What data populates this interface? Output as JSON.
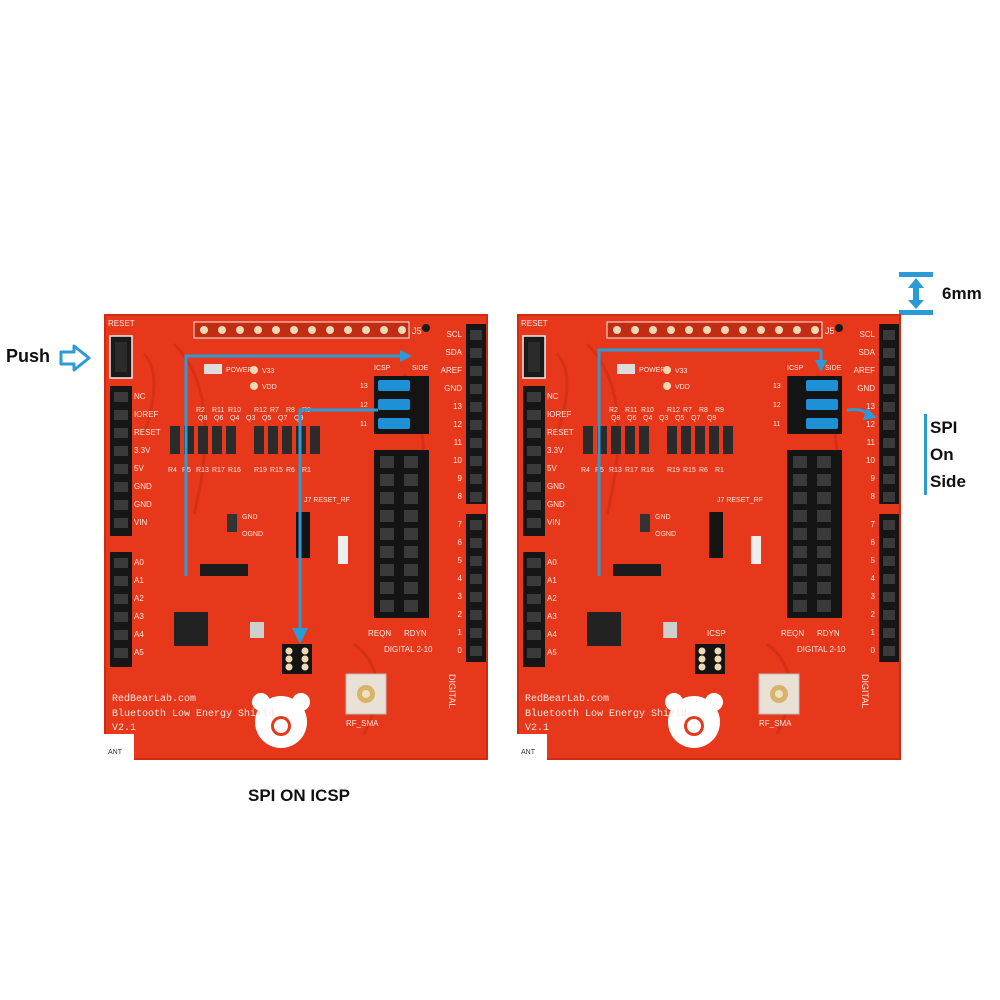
{
  "annotations": {
    "push": "Push",
    "caption": "SPI ON ICSP",
    "thickness": "6mm",
    "spi_side": [
      "SPI",
      "On",
      "Side"
    ]
  },
  "board": {
    "reset": "RESET",
    "j5": "J5",
    "icsp": "ICSP",
    "side": "SIDE",
    "v33": "V33",
    "vdd": "VDD",
    "power": "POWER",
    "j7_reset_rf": "J7 RESET_RF",
    "gnd": "GND",
    "ogno": "OGND",
    "reqn": "REQN",
    "rdyn": "RDYN",
    "digital_range": "DIGITAL\n2-10",
    "digital": "DIGITAL",
    "brand": "RedBearLab.com",
    "product": "Bluetooth Low Energy Shield",
    "version": "V2.1",
    "rf_sma": "RF_SMA",
    "ant": "ANT",
    "left_header": [
      "NC",
      "IOREF",
      "RESET",
      "3.3V",
      "5V",
      "GND",
      "GND",
      "VIN"
    ],
    "analog_header": [
      "A0",
      "A1",
      "A2",
      "A3",
      "A4",
      "A5"
    ],
    "right_header_top": [
      "SCL",
      "SDA",
      "AREF",
      "GND",
      "13",
      "12",
      "11",
      "10",
      "9",
      "8"
    ],
    "right_header_bottom": [
      "7",
      "6",
      "5",
      "4",
      "3",
      "2",
      "1",
      "0"
    ],
    "jumper_numbers": [
      "13",
      "12",
      "11"
    ],
    "resistor_top": [
      "R2",
      "R11",
      "R10",
      "R12",
      "R7",
      "R8",
      "R9"
    ],
    "resistor_row2": [
      "Q8",
      "Q6",
      "Q4",
      "Q3",
      "Q5",
      "Q7",
      "Q9"
    ],
    "resistor_bottom": [
      "R4",
      "R5",
      "R13",
      "R17",
      "R16",
      "R19",
      "R15",
      "R6",
      "R1"
    ]
  },
  "colors": {
    "pcb": "#e8381b",
    "arrow": "#2a9bd6",
    "jumper": "#1e90d6"
  }
}
